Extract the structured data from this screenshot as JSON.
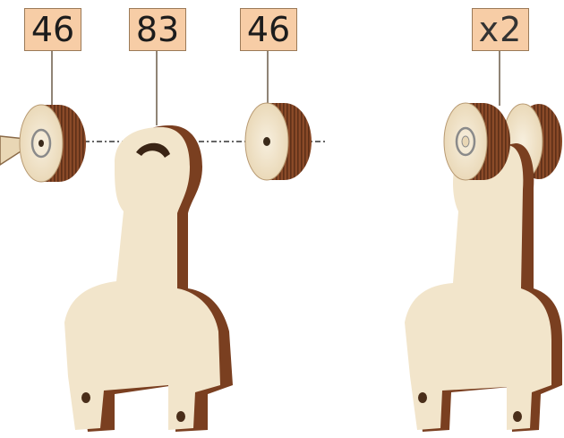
{
  "labels": {
    "left_gear": "46",
    "arm": "83",
    "right_gear": "46",
    "multiplier": "x2"
  },
  "colors": {
    "label_fill": "#f7cda6",
    "label_border": "#9b7a58",
    "wood_face": "#f3e7cf",
    "wood_edge": "#8a4a28",
    "wood_edge_dark": "#6e3a1f",
    "leader": "#6b5a48"
  }
}
